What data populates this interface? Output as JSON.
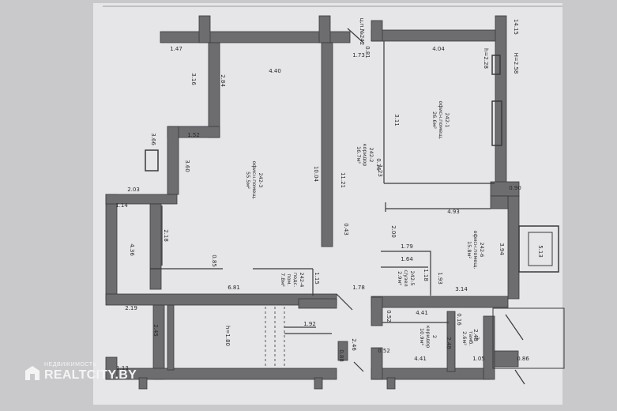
{
  "plan": {
    "labels": [
      {
        "id": "l1",
        "text": "ц.п.№242",
        "rot": 90
      },
      {
        "id": "l2",
        "text": "14.15",
        "rot": 90
      },
      {
        "id": "l3",
        "text": "1.47",
        "rot": 0
      },
      {
        "id": "l4",
        "text": "1.73",
        "rot": 0
      },
      {
        "id": "l5",
        "text": "0.81",
        "rot": 90
      },
      {
        "id": "l6",
        "text": "4.04",
        "rot": 0
      },
      {
        "id": "l7",
        "text": "h=2.28",
        "rot": 90
      },
      {
        "id": "l8",
        "text": "Н=2.58",
        "rot": 90
      },
      {
        "id": "l9",
        "text": "3.16",
        "rot": 90
      },
      {
        "id": "l10",
        "text": "2.84",
        "rot": 90
      },
      {
        "id": "l11",
        "text": "4.40",
        "rot": 0
      },
      {
        "id": "l12",
        "text": "3.11",
        "rot": 90
      },
      {
        "id": "l13",
        "text": "3.66",
        "rot": 90
      },
      {
        "id": "l14",
        "text": "1.52",
        "rot": 0
      },
      {
        "id": "l15",
        "text": "3.60",
        "rot": 90
      },
      {
        "id": "l16",
        "text": "10.04",
        "rot": 90
      },
      {
        "id": "l17",
        "text": "11.21",
        "rot": 90
      },
      {
        "id": "l18",
        "text": "0.16",
        "rot": 90
      },
      {
        "id": "l19",
        "text": "1.23",
        "rot": 90
      },
      {
        "id": "l20",
        "text": "2.03",
        "rot": 0
      },
      {
        "id": "l21",
        "text": "1.14",
        "rot": 0
      },
      {
        "id": "l22",
        "text": "0.90",
        "rot": 0
      },
      {
        "id": "l23",
        "text": "4.93",
        "rot": 0
      },
      {
        "id": "l24",
        "text": "2.18",
        "rot": 90
      },
      {
        "id": "l25",
        "text": "0.43",
        "rot": 90
      },
      {
        "id": "l26",
        "text": "2.00",
        "rot": 90
      },
      {
        "id": "l27",
        "text": "1.79",
        "rot": 0
      },
      {
        "id": "l28",
        "text": "3.94",
        "rot": 90
      },
      {
        "id": "l29",
        "text": "5.13",
        "rot": 90
      },
      {
        "id": "l30",
        "text": "4.36",
        "rot": 90
      },
      {
        "id": "l31",
        "text": "0.85",
        "rot": 90
      },
      {
        "id": "l32",
        "text": "1.64",
        "rot": 0
      },
      {
        "id": "l33",
        "text": "1.18",
        "rot": 90
      },
      {
        "id": "l34",
        "text": "1.93",
        "rot": 90
      },
      {
        "id": "l35",
        "text": "1.15",
        "rot": 90
      },
      {
        "id": "l36",
        "text": "6.81",
        "rot": 0
      },
      {
        "id": "l37",
        "text": "1.78",
        "rot": 0
      },
      {
        "id": "l38",
        "text": "3.14",
        "rot": 0
      },
      {
        "id": "l39",
        "text": "2.19",
        "rot": 0
      },
      {
        "id": "l40",
        "text": "4.41",
        "rot": 0
      },
      {
        "id": "l41",
        "text": "0.52",
        "rot": 90
      },
      {
        "id": "l42",
        "text": "0.16",
        "rot": 90
      },
      {
        "id": "l43",
        "text": "1.92",
        "rot": 0
      },
      {
        "id": "l44",
        "text": "2.45",
        "rot": 90
      },
      {
        "id": "l45",
        "text": "h=1.80",
        "rot": 90
      },
      {
        "id": "l46",
        "text": "2.48",
        "rot": 90
      },
      {
        "id": "l47",
        "text": "2.48",
        "rot": 90
      },
      {
        "id": "l48",
        "text": "2.46",
        "rot": 90
      },
      {
        "id": "l49",
        "text": "0.88",
        "rot": 90
      },
      {
        "id": "l50",
        "text": "0.52",
        "rot": 0
      },
      {
        "id": "l51",
        "text": "4.41",
        "rot": 0
      },
      {
        "id": "l52",
        "text": "1.05",
        "rot": 0
      },
      {
        "id": "l53",
        "text": "0.86",
        "rot": 0
      },
      {
        "id": "l54",
        "text": "1.13",
        "rot": 0
      }
    ],
    "rooms": [
      {
        "id": "r1",
        "lines": [
          "242-1",
          "офисн.помещ.",
          "26.6м²"
        ]
      },
      {
        "id": "r2",
        "lines": [
          "242-2",
          "коридор",
          "16.7м²"
        ]
      },
      {
        "id": "r3",
        "lines": [
          "242-3",
          "офисн.помещ.",
          "55.5м²"
        ]
      },
      {
        "id": "r4",
        "lines": [
          "242-4",
          "подс.",
          "пом.",
          "7.8м²"
        ]
      },
      {
        "id": "r5",
        "lines": [
          "242-5",
          "с/узел",
          "2.9м²"
        ]
      },
      {
        "id": "r6",
        "lines": [
          "242-6",
          "офисн.помещ.",
          "15.8м²"
        ]
      },
      {
        "id": "r7",
        "lines": [
          "2",
          "коридор",
          "10.9м²"
        ]
      },
      {
        "id": "r8",
        "lines": [
          "3",
          "тамб.",
          "2.6м²"
        ]
      }
    ]
  },
  "watermark": {
    "small": "НЕДВИЖИМОСТЬ",
    "big": "REALTCITY.BY"
  },
  "colors": {
    "background": "#c9c9cc",
    "paper": "#e9e9ec",
    "wall": "#6d6d70",
    "text": "#2a2a2a",
    "watermark": "#f4f4f4"
  }
}
